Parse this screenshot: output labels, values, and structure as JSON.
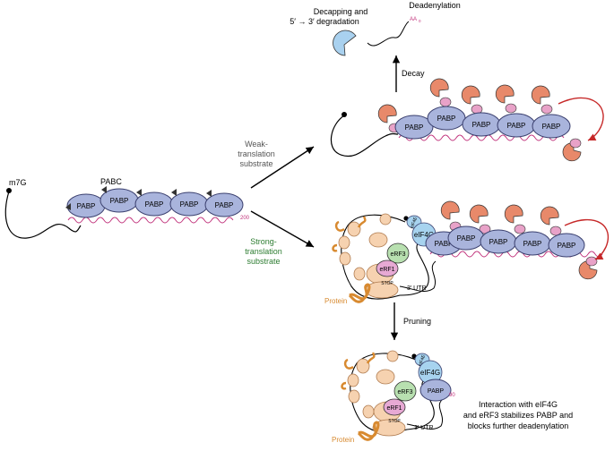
{
  "labels": {
    "m7g": "m7G",
    "pabc": "PABC",
    "pabp": "PABP",
    "poly_a_200": "200",
    "poly_a_subscript": "0",
    "poly_a_90": "90",
    "aa": "AA",
    "weak_line1": "Weak-",
    "weak_line2": "translation",
    "weak_line3": "substrate",
    "strong_line1": "Strong-",
    "strong_line2": "translation",
    "strong_line3": "substrate",
    "decay": "Decay",
    "pruning": "Pruning",
    "decapping_line1": "Decapping and",
    "decapping_line2": "5′ → 3′  degradation",
    "deadenylation": "Deadenylation",
    "eif4e": "eIF4E",
    "eif4g": "eIF4G",
    "erf3": "eRF3",
    "erf1": "eRF1",
    "stop": "STOP",
    "utr": "3′ UTR",
    "protein": "Protein",
    "caption_line1": "Interaction with eIF4G",
    "caption_line2": "and eRF3 stabilizes PABP and",
    "caption_line3": "blocks further deadenylation"
  },
  "colors": {
    "pabp_fill": "#a9b4dc",
    "pabp_stroke": "#3a3f6e",
    "deadenylase": "#e8896a",
    "deadenylase_light": "#f6c7b1",
    "pink_partner": "#e8a2c8",
    "polya": "#c0307a",
    "ribosome": "#f6d2b0",
    "ribosome_stroke": "#b07c50",
    "protein": "#d88a30",
    "erf3": "#b8e0b0",
    "erf1": "#e7a9d4",
    "eif4g": "#a7d3ef",
    "decapping": "#a9d1ef",
    "red_arrow": "#c62828",
    "strong_text": "#2e7d32",
    "weak_text": "#555555"
  }
}
